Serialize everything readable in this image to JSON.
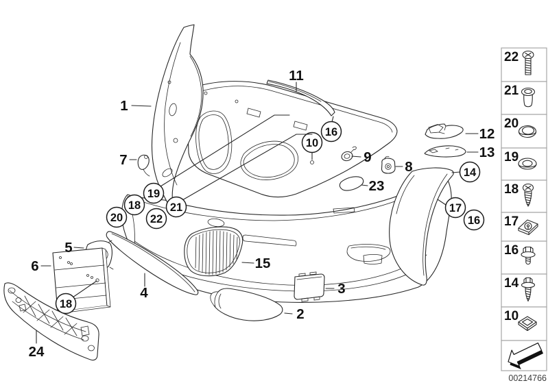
{
  "diagram": {
    "part_code": "00214766",
    "accent_colors": {
      "line": "#262626",
      "legend_border": "#a6a6a6",
      "background": "#ffffff"
    },
    "callouts_plain": [
      {
        "label": "1"
      },
      {
        "label": "7"
      },
      {
        "label": "11"
      },
      {
        "label": "9"
      },
      {
        "label": "8"
      },
      {
        "label": "12"
      },
      {
        "label": "13"
      },
      {
        "label": "23"
      },
      {
        "label": "15"
      },
      {
        "label": "3"
      },
      {
        "label": "2"
      },
      {
        "label": "4"
      },
      {
        "label": "5"
      },
      {
        "label": "6"
      },
      {
        "label": "24"
      }
    ],
    "callouts_circled": [
      {
        "label": "16"
      },
      {
        "label": "10"
      },
      {
        "label": "14"
      },
      {
        "label": "17"
      },
      {
        "label": "16"
      },
      {
        "label": "19"
      },
      {
        "label": "18"
      },
      {
        "label": "20"
      },
      {
        "label": "21"
      },
      {
        "label": "22"
      },
      {
        "label": "18"
      }
    ],
    "legend": {
      "items": [
        {
          "label": "22",
          "icon": "machine-screw-icon"
        },
        {
          "label": "21",
          "icon": "sleeve-nut-icon"
        },
        {
          "label": "20",
          "icon": "cap-nut-icon"
        },
        {
          "label": "19",
          "icon": "washer-icon"
        },
        {
          "label": "18",
          "icon": "tapping-screw-icon"
        },
        {
          "label": "17",
          "icon": "speed-nut-icon"
        },
        {
          "label": "16",
          "icon": "hex-bolt-washer-icon"
        },
        {
          "label": "14",
          "icon": "hex-screw-washer-icon"
        },
        {
          "label": "10",
          "icon": "expansion-nut-icon"
        },
        {
          "label": "",
          "icon": "direction-arrow-icon"
        }
      ]
    }
  }
}
